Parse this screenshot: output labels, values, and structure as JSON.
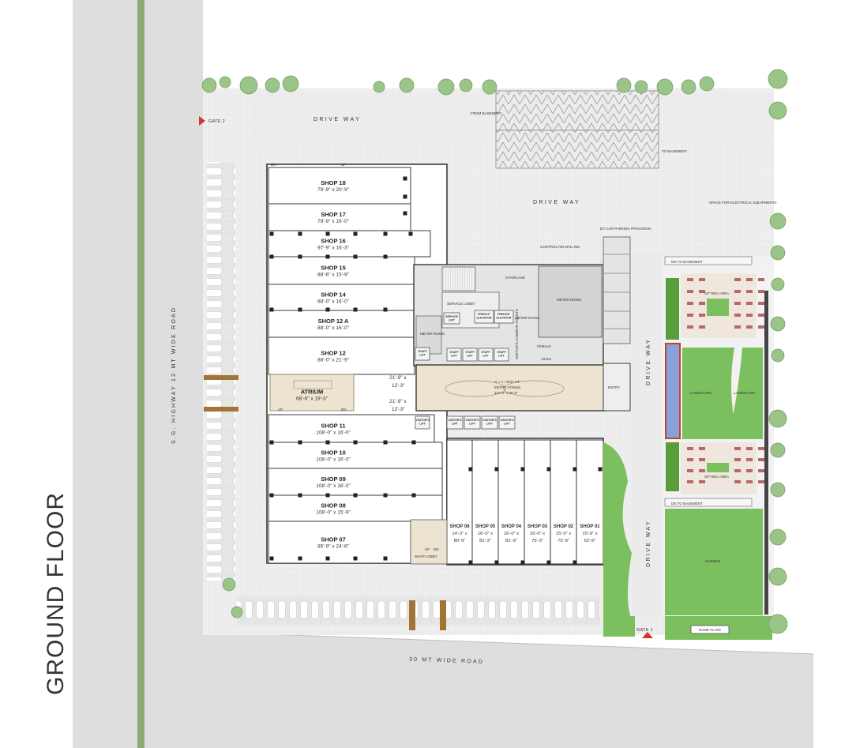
{
  "title": "GROUND FLOOR",
  "roads": {
    "left": "S.G. HIGHWAY 12 MT WIDE ROAD",
    "bottom": "30 MT WIDE ROAD"
  },
  "gates": {
    "gate1": "GATE 1",
    "gate2": "GATE 2"
  },
  "driveways": {
    "top": "DRIVE WAY",
    "middle": "DRIVE WAY",
    "right_upper": "DRIVE WAY",
    "right_lower": "DRIVE WAY"
  },
  "ramps": {
    "from_basement": "FROM BASEMENT",
    "to_basement": "TO BASEMENT",
    "dn_basement_1": "DN TO BASEMENT",
    "dn_basement_2": "DN TO BASEMENT"
  },
  "space_electrical": "SPACE FOR ELECTRICAL EQUIPMENTS",
  "ev_parking": "EV CAR PARKING PROVISION",
  "shops_left": [
    {
      "name": "SHOP 18",
      "dim": "79'-9\" x 20'-9\""
    },
    {
      "name": "SHOP 17",
      "dim": "79'-9\" x 16'-0\""
    },
    {
      "name": "SHOP 16",
      "dim": "97'-9\" x 16'-3\""
    },
    {
      "name": "SHOP 15",
      "dim": "88'-6\" x 15'-9\""
    },
    {
      "name": "SHOP 14",
      "dim": "88'-0\" x 16'-0\""
    },
    {
      "name": "SHOP 12 A",
      "dim": "88'-0\" x 16'-0\""
    },
    {
      "name": "SHOP 12",
      "dim": "88'-0\" x 21'-9\""
    },
    {
      "name": "ATRIUM",
      "dim": "68'-6\" x 19'-3\""
    },
    {
      "name": "SHOP 11",
      "dim": "108'-0\" x 16'-0\""
    },
    {
      "name": "SHOP 10",
      "dim": "108'-0\" x 16'-0\""
    },
    {
      "name": "SHOP 09",
      "dim": "108'-0\" x 16'-0\""
    },
    {
      "name": "SHOP 08",
      "dim": "108'-0\" x 15'-9\""
    },
    {
      "name": "SHOP 07",
      "dim": "85'-9\" x 24'-6\""
    }
  ],
  "shops_bottom": [
    {
      "name": "SHOP 06",
      "dim1": "14'-3\" x",
      "dim2": "80'-9\""
    },
    {
      "name": "SHOP 05",
      "dim1": "16'-0\" x",
      "dim2": "81'-3\""
    },
    {
      "name": "SHOP 04",
      "dim1": "16'-0\" x",
      "dim2": "81'-9\""
    },
    {
      "name": "SHOP 03",
      "dim1": "16'-0\" x",
      "dim2": "75'-3\""
    },
    {
      "name": "SHOP 02",
      "dim1": "15'-9\" x",
      "dim2": "75'-9\""
    },
    {
      "name": "SHOP 01",
      "dim1": "15'-9\" x",
      "dim2": "62'-6\""
    }
  ],
  "atrium_side_dims": {
    "upper1": "21'-9\" x",
    "upper2": "12'-3\"",
    "lower1": "21'-9\" x",
    "lower2": "12'-3\""
  },
  "core": {
    "service_lobby": "SERVICE LOBBY",
    "service_lift": "SERVICE LIFT",
    "freight_elevator_1": "FREIGHT ELEVATOR",
    "freight_elevator_2": "FREIGHT ELEVATOR",
    "meter_room_1": "METER ROOM",
    "meter_room_2": "METER ROOM",
    "meter_room_3": "METER ROOM",
    "staff_lift": "STAFF LIFT",
    "visitors_lift": "VISITOR'S LIFT",
    "visitors_common_toilets": "VISITOR'S COMMON TOILETS",
    "female": "FEMALE",
    "male": "MALE",
    "control_room": "CONTROL RM MAIL RM",
    "staircase": "STAIRCASE",
    "entry_atrium_1": "G + 1  / 30'0\" HT",
    "entry_atrium_2": "ENTRY ATRIUM",
    "entry_atrium_3": "114'-9\" x 30'-0\"",
    "entry": "ENTRY",
    "shop_lobby": "SHOP LOBBY",
    "up": "UP",
    "dn": "DN"
  },
  "landscape": {
    "sitting_area_1": "SITTING AREA",
    "sitting_area_2": "SITTING AREA",
    "landscape_1": "LANDSCAPE",
    "landscape_2": "LANDSCAPE",
    "garden": "GARDEN",
    "name_plate": "NAME PLATE"
  },
  "colors": {
    "road": "#dcdcdc",
    "paving": "#ececec",
    "green_strip": "#8caa78",
    "lawn": "#7cbf5e",
    "shop_fill": "#ffffff",
    "atrium_fill": "#ede3d1",
    "wall": "#3a3a3a",
    "gate_marker": "#d8342a"
  }
}
